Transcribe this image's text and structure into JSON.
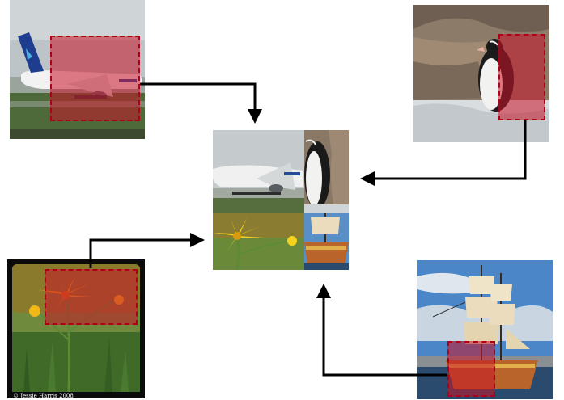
{
  "figure": {
    "arrow_color": "#000000",
    "crop_fill": "#c81428",
    "sources": [
      {
        "name": "airplane",
        "position": "top-left",
        "target_quadrant": "top-left"
      },
      {
        "name": "penguin",
        "position": "top-right",
        "target_quadrant": "top-right"
      },
      {
        "name": "flower",
        "position": "bottom-left",
        "target_quadrant": "bottom-left"
      },
      {
        "name": "sailing-ship",
        "position": "bottom-right",
        "target_quadrant": "bottom-right"
      }
    ],
    "flower_credit": "© Jessie Harris 2008"
  }
}
